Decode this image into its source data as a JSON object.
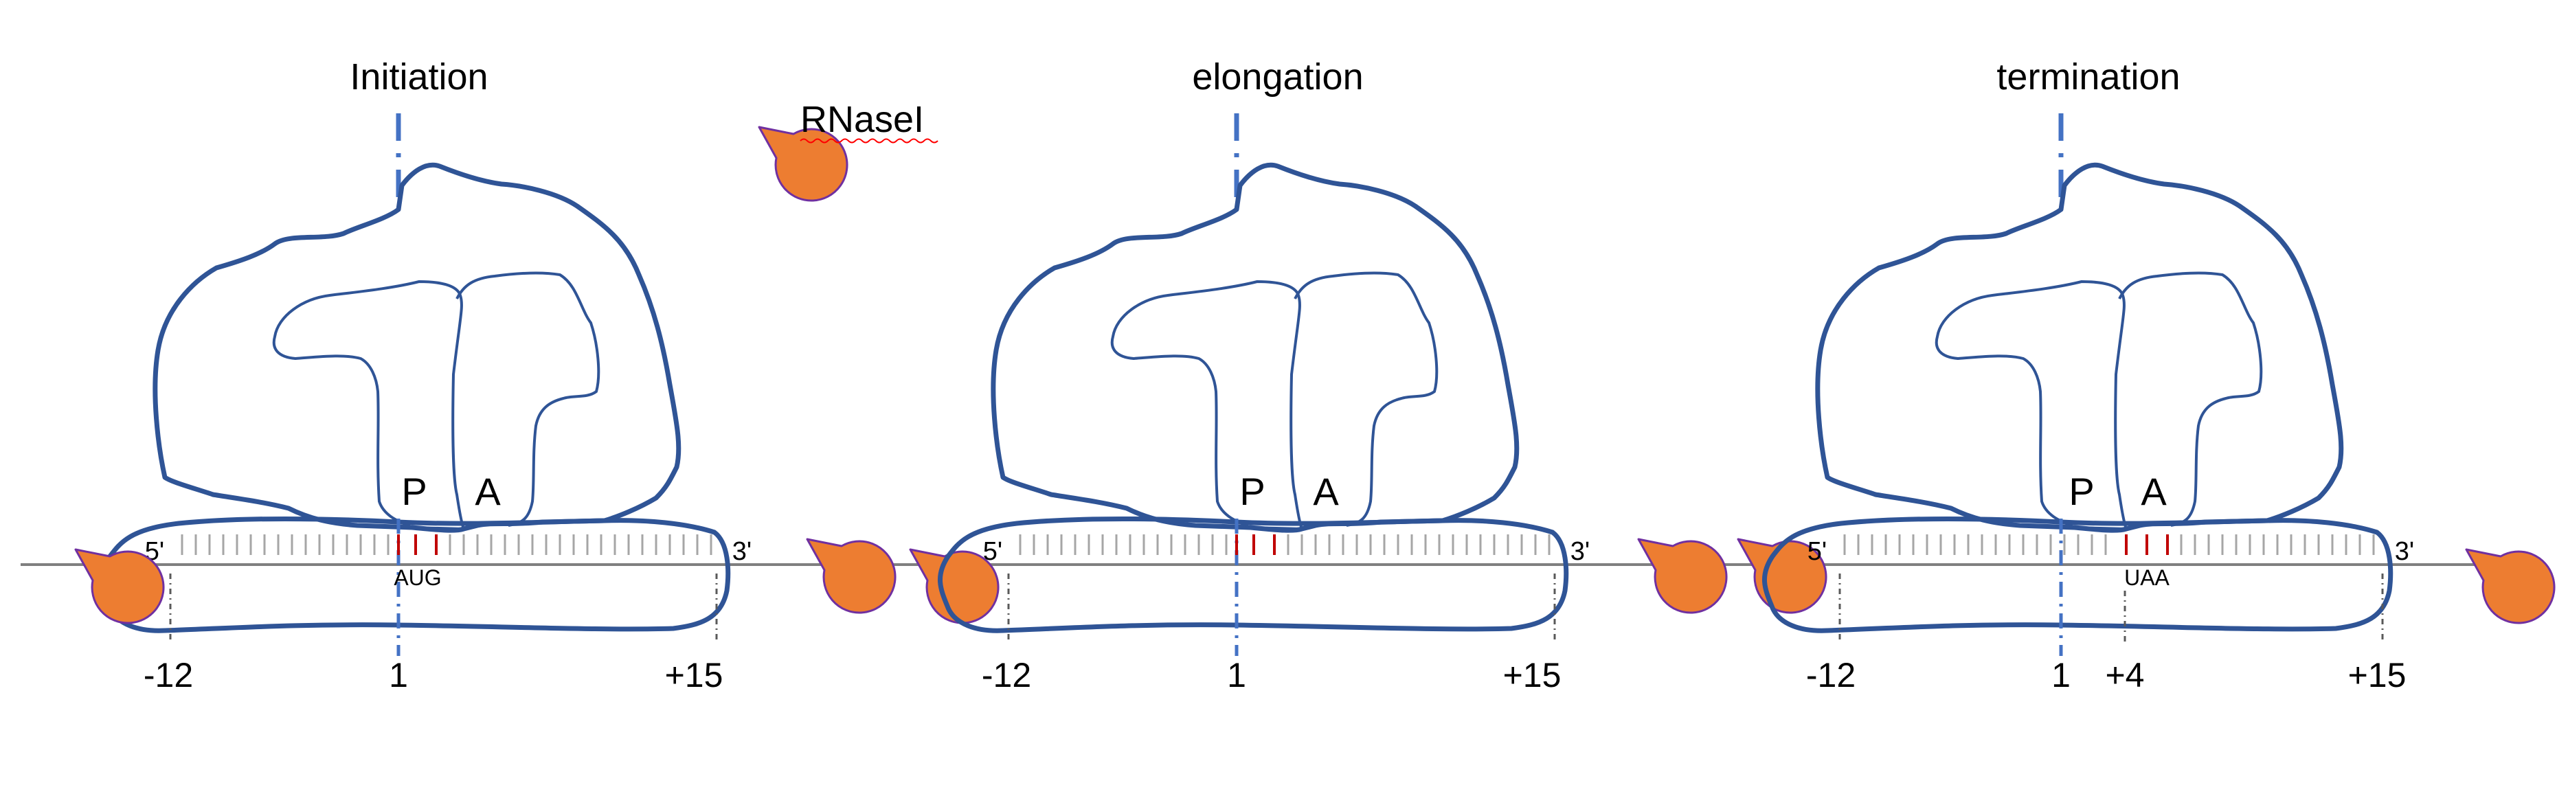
{
  "legend": {
    "enzyme_label": "RNaseI"
  },
  "colors": {
    "ribosome_outline": "#2f5496",
    "mrna_line": "#7f7f7f",
    "codon_mark": "#c00000",
    "rnase_fill": "#ed7d31",
    "rnase_stroke": "#7030a0",
    "tick": "#a6a6a6",
    "spell_underline": "#ff0000"
  },
  "panels": [
    {
      "title": "Initiation",
      "site_p": "P",
      "site_a": "A",
      "five_prime": "5'",
      "three_prime": "3'",
      "codon": "AUG",
      "positions": [
        "-12",
        "1",
        "+15"
      ]
    },
    {
      "title": "elongation",
      "site_p": "P",
      "site_a": "A",
      "five_prime": "5'",
      "three_prime": "3'",
      "codon": "",
      "positions": [
        "-12",
        "1",
        "+15"
      ]
    },
    {
      "title": "termination",
      "site_p": "P",
      "site_a": "A",
      "five_prime": "5'",
      "three_prime": "3'",
      "codon": "UAA",
      "positions": [
        "-12",
        "1",
        "+4",
        "+15"
      ]
    }
  ]
}
